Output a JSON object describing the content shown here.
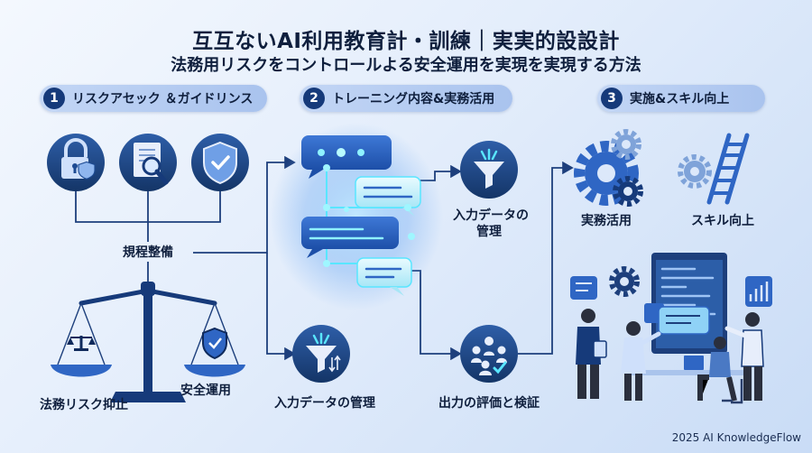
{
  "title": "互互ないAI利用教育計・訓練｜実実的設設計",
  "subtitle": "法務用リスクをコントロールよる安全運用を実現を実現する方法",
  "steps": [
    {
      "num": "1",
      "label": "リスクアセック ＆ガイドリンス"
    },
    {
      "num": "2",
      "label": "トレーニング内容&実務活用"
    },
    {
      "num": "3",
      "label": "実施&スキル向上"
    }
  ],
  "labels": {
    "rules": "規程整備",
    "legal_risk": "法務リスク抑止",
    "safe_operation": "安全運用",
    "input_data_mgmt": "入力データの管理",
    "input_data_mgmt_top_line1": "入力データの",
    "input_data_mgmt_top_line2": "管理",
    "output_eval": "出力の評価と検証",
    "practical_use": "実務活用",
    "skill_up": "スキル向上"
  },
  "footer": "2025 AI KnowledgeFlow",
  "colors": {
    "navy": "#163a7a",
    "mid_blue": "#2f66c4",
    "light_blue": "#8fb6ee",
    "glow": "#59e6ff"
  }
}
